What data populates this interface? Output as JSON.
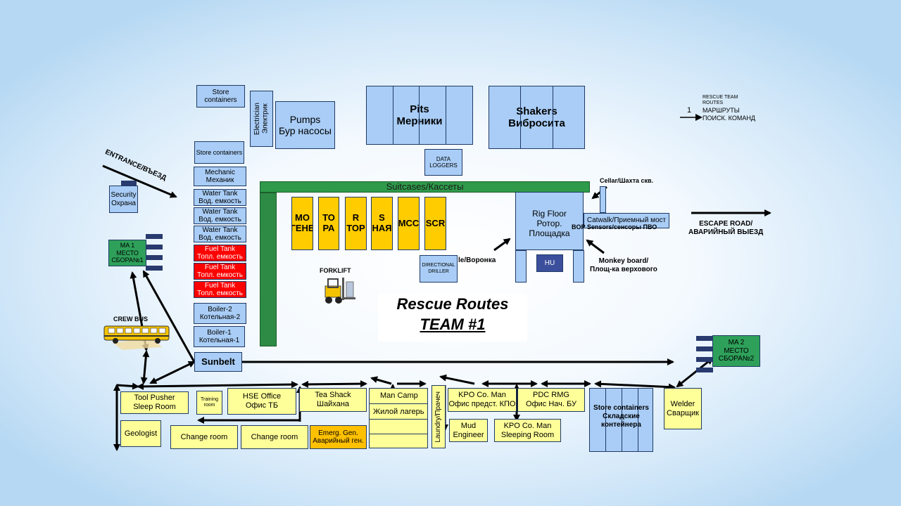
{
  "title": {
    "line1": "Rescue Routes",
    "line2": "TEAM #1"
  },
  "legend": {
    "number": "1",
    "line1": "RESCUE TEAM",
    "line2": "ROUTES",
    "line3": "МАРШРУТЫ",
    "line4": "ПОИСК. КОМАНД"
  },
  "labels": {
    "entrance": "ENTRANCE/ВЪЕЗД",
    "escape": "ESCAPE ROAD/\nАВАРИЙНЫЙ ВЫЕЗД",
    "forklift": "FORKLIFT",
    "crew_bus": "CREW BUS",
    "cellar": "Cellar/Шахта скв.",
    "monkey": "Monkey board/\nПлощ-ка верхового",
    "funnel": "le/Воронка",
    "bop": "BOP Sensors/сенсоры ПВО"
  },
  "rig": {
    "store_containers_top": "Store\ncontainers",
    "electrician": "Electrician\nЭлектрик",
    "pumps": "Pumps\nБур насосы",
    "pits": "Pits\nМерники",
    "shakers": "Shakers\nВибросита",
    "data_loggers": "DATA\nLOGGERS",
    "store_containers_mid": "Store containers",
    "mechanic": "Mechanic\nМеханик",
    "water1": "Water Tank\nВод. емкость",
    "water2": "Water Tank\nВод. емкость",
    "water3": "Water Tank\nВод. емкость",
    "fuel1": "Fuel Tank\nТопл. емкость",
    "fuel2": "Fuel Tank\nТопл. емкость",
    "fuel3": "Fuel Tank\nТопл. емкость",
    "boiler2": "Boiler-2\nКотельная-2",
    "boiler1": "Boiler-1\nКотельная-1",
    "sunbelt": "Sunbelt",
    "security": "Security\nОхрана",
    "suitcases": "Suitcases/Кассеты",
    "motor": "MO\nГЕНЕ",
    "tora": "TO\nРА",
    "rtor": "R\nТОР",
    "snaya": "S\nНАЯ",
    "mcc": "MCC",
    "scr": "SCR",
    "rig_floor": "Rig Floor\nРотор. Площадка",
    "catwalk": "Catwalk/Приемный мост",
    "hu": "HU",
    "directional": "DIRECTIONAL\nDRILLER"
  },
  "muster": {
    "ma1": "MA 1\nМЕСТО\nСБОРА№1",
    "ma2": "MA 2\nМЕСТО\nСБОРА№2"
  },
  "camp": {
    "tool_pusher": "Tool Pusher\nSleep Room",
    "training": "Training\nroom",
    "hse": "HSE Office\nОфис ТБ",
    "tea": "Tea Shack\nШайхана",
    "man_camp": "Man Camp",
    "zhiloy": "Жилой лагерь",
    "laundry": "Laundry/Прачеч",
    "kpo_man": "KPO Co. Man\nОфис предст. КПО",
    "pdc": "PDC RMG\nОфис Нач. БУ",
    "store_bottom": "Store containers\nСкладские\nконтейнера",
    "welder": "Welder\nСварщик",
    "geologist": "Geologist",
    "change1": "Change room",
    "change2": "Change room",
    "emerg": "Emerg. Gen.\nАварийный ген.",
    "mud": "Mud\nEngineer",
    "kpo_sleep": "KPO Co. Man\nSleeping Room"
  }
}
